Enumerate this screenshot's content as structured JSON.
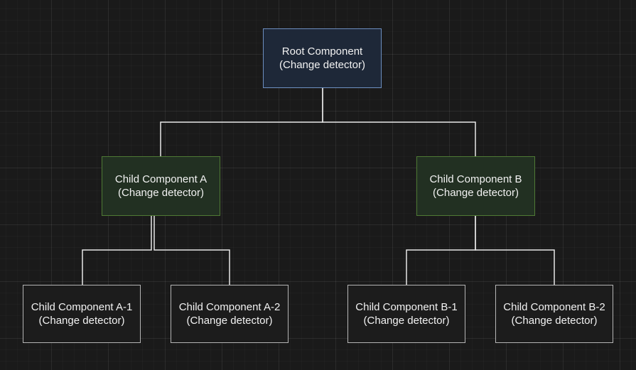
{
  "colors": {
    "background": "#1a1a1a",
    "connector": "#e8e8e8",
    "root_fill": "#1e2838",
    "root_border": "#6c8ebf",
    "child_fill": "#223022",
    "child_border": "#4f7a35",
    "leaf_fill": "#1c1c1c",
    "leaf_border": "#b5b5b5"
  },
  "nodes": {
    "root": {
      "title": "Root Component",
      "subtitle": "(Change detector)"
    },
    "child_a": {
      "title": "Child Component A",
      "subtitle": "(Change detector)"
    },
    "child_b": {
      "title": "Child Component B",
      "subtitle": "(Change detector)"
    },
    "child_a1": {
      "title": "Child Component A-1",
      "subtitle": "(Change detector)"
    },
    "child_a2": {
      "title": "Child Component A-2",
      "subtitle": "(Change detector)"
    },
    "child_b1": {
      "title": "Child Component B-1",
      "subtitle": "(Change detector)"
    },
    "child_b2": {
      "title": "Child Component B-2",
      "subtitle": "(Change detector)"
    }
  },
  "edges": [
    {
      "from": "root",
      "to": "child_a"
    },
    {
      "from": "root",
      "to": "child_b"
    },
    {
      "from": "child_a",
      "to": "child_a1"
    },
    {
      "from": "child_a",
      "to": "child_a2"
    },
    {
      "from": "child_b",
      "to": "child_b1"
    },
    {
      "from": "child_b",
      "to": "child_b2"
    }
  ]
}
